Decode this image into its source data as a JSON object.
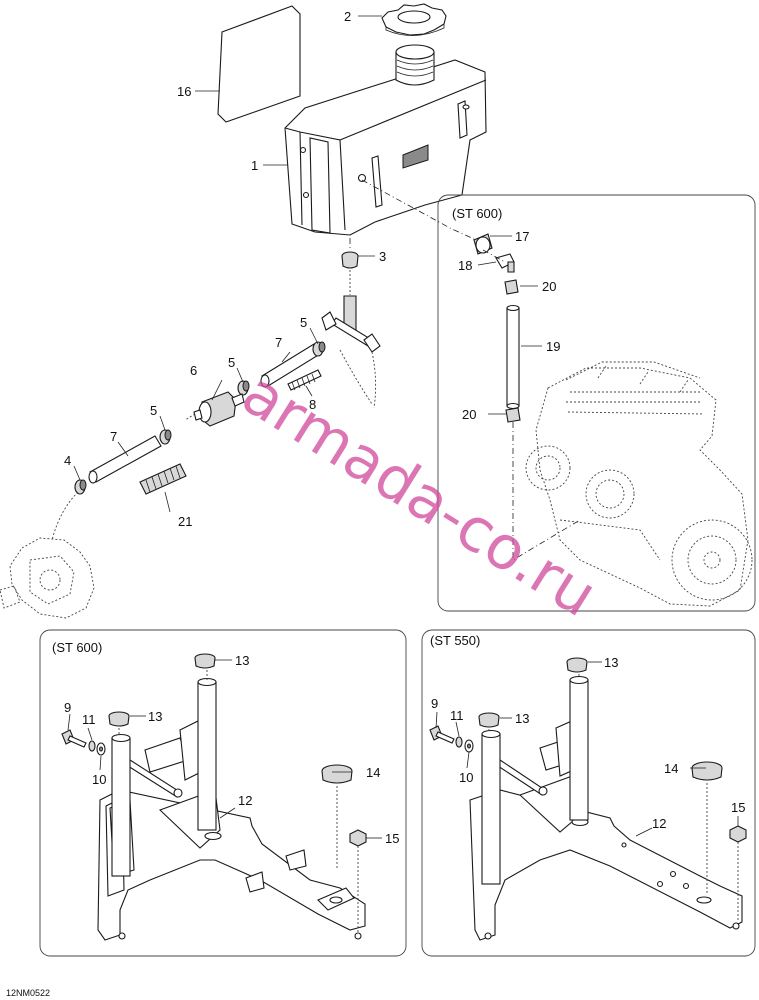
{
  "drawing_code": "12NM0522",
  "watermark": "armada-co.ru",
  "insets": {
    "engine": "(ST 600)",
    "bracket_left": "(ST 600)",
    "bracket_right": "(ST 550)"
  },
  "callouts": {
    "c1": "1",
    "c2": "2",
    "c3": "3",
    "c4": "4",
    "c5a": "5",
    "c5b": "5",
    "c5c": "5",
    "c6": "6",
    "c7a": "7",
    "c7b": "7",
    "c8": "8",
    "c9a": "9",
    "c9b": "9",
    "c10a": "10",
    "c10b": "10",
    "c11a": "11",
    "c11b": "11",
    "c12a": "12",
    "c12b": "12",
    "c13a": "13",
    "c13b": "13",
    "c13c": "13",
    "c13d": "13",
    "c14a": "14",
    "c14b": "14",
    "c15a": "15",
    "c15b": "15",
    "c16": "16",
    "c17": "17",
    "c18": "18",
    "c19": "19",
    "c20a": "20",
    "c20b": "20",
    "c21": "21"
  }
}
